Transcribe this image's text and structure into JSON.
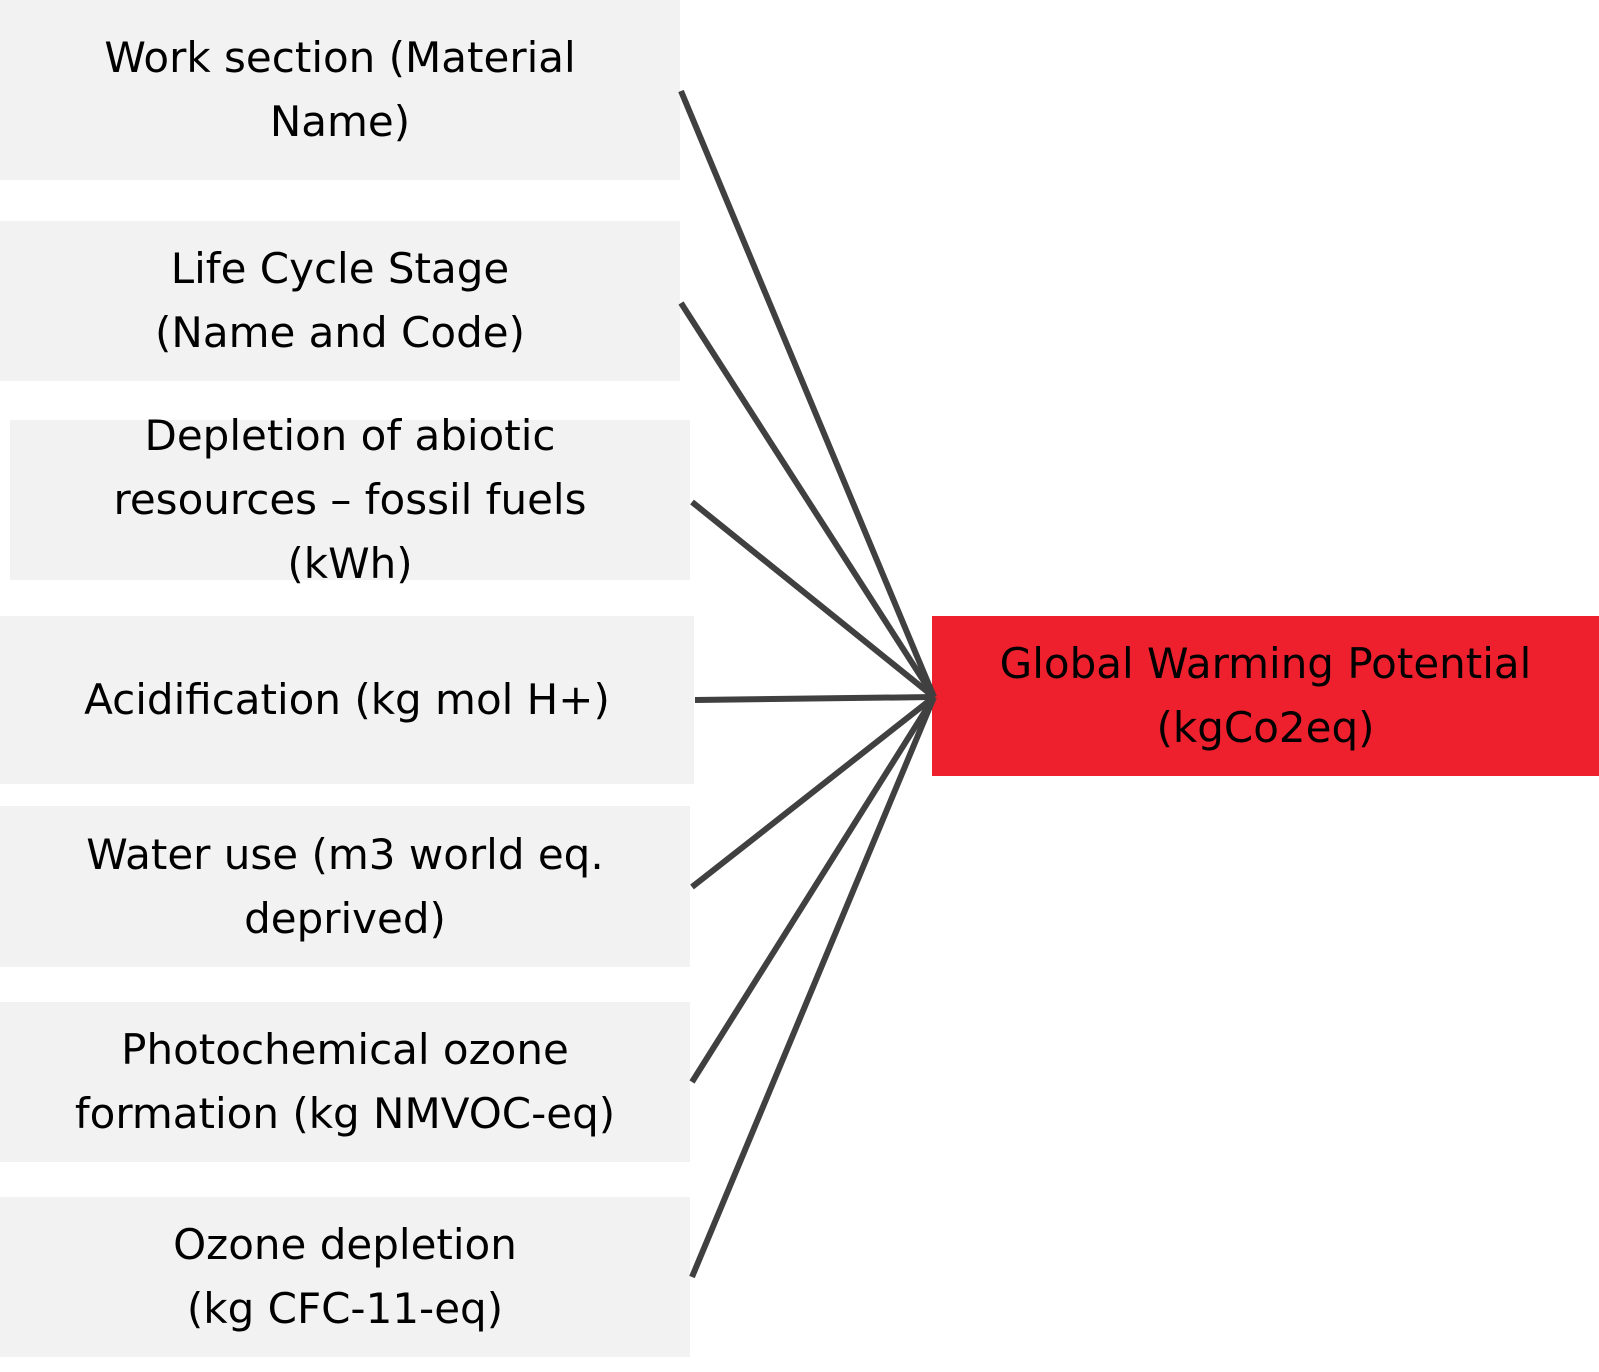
{
  "diagram": {
    "inputs": [
      {
        "id": "work",
        "label": "Work section (Material\nName)"
      },
      {
        "id": "life",
        "label": "Life Cycle Stage\n(Name and Code)"
      },
      {
        "id": "depletion",
        "label": "Depletion of abiotic\nresources – fossil fuels\n(kWh)"
      },
      {
        "id": "acid",
        "label": "Acidification (kg mol H+)"
      },
      {
        "id": "water",
        "label": "Water use (m3 world eq.\ndeprived)"
      },
      {
        "id": "photo",
        "label": "Photochemical ozone\nformation  (kg NMVOC-eq)"
      },
      {
        "id": "ozone",
        "label": "Ozone depletion\n(kg CFC-11-eq)"
      }
    ],
    "target": {
      "label": "Global Warming Potential\n(kgCo2eq)"
    },
    "colors": {
      "input_box": "#f2f2f2",
      "target_box": "#ee202e",
      "connector": "#404040",
      "text": "#000000"
    }
  }
}
